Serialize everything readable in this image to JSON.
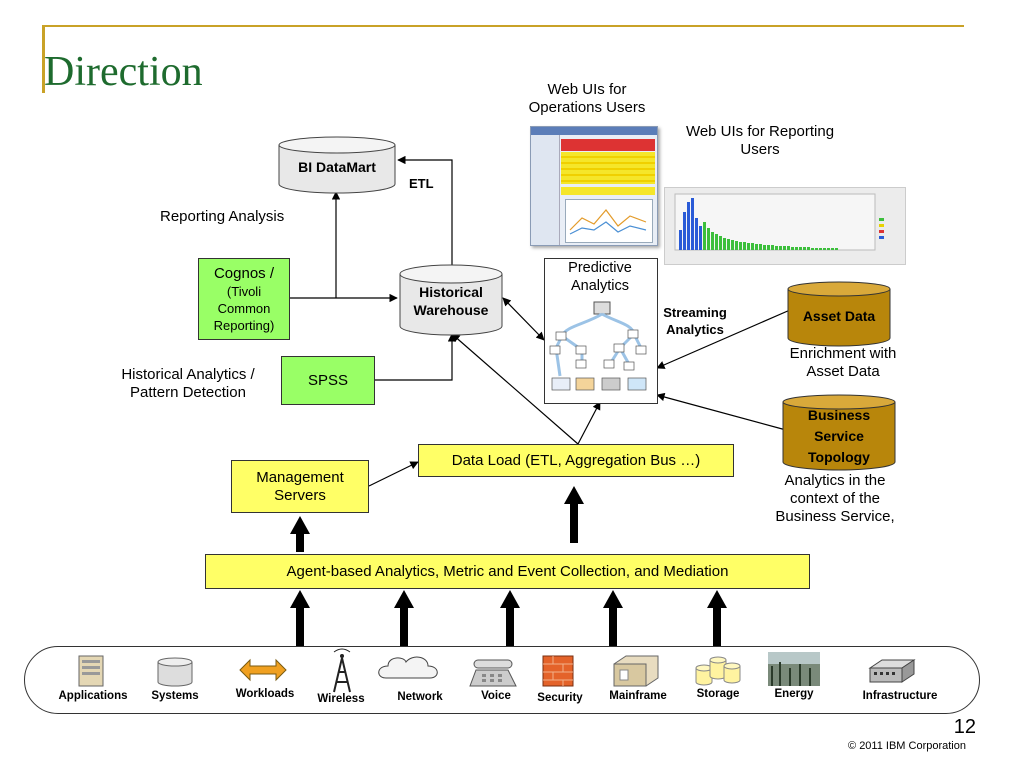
{
  "slide": {
    "title": "Direction",
    "page_number": "12",
    "copyright": "© 2011 IBM Corporation"
  },
  "nodes": {
    "bi_datamart": "BI DataMart",
    "etl": "ETL",
    "reporting_analysis": "Reporting Analysis",
    "cognos_title": "Cognos /",
    "cognos_sub": "(Tivoli Common Reporting)",
    "historical_warehouse": "Historical Warehouse",
    "historical_analytics": "Historical Analytics / Pattern Detection",
    "spss": "SPSS",
    "web_ui_ops": "Web UIs for Operations Users",
    "web_ui_reporting": "Web UIs for Reporting Users",
    "predictive_analytics": "Predictive Analytics",
    "streaming_analytics": "Streaming Analytics",
    "asset_data": "Asset Data",
    "asset_enrichment": "Enrichment with Asset Data",
    "business_service_topology": "Business Service Topology",
    "business_context": "Analytics in the context of the Business Service,",
    "management_servers": "Management Servers",
    "data_load": "Data Load (ETL, Aggregation Bus …)",
    "agent_collection": "Agent-based Analytics, Metric and Event Collection, and Mediation"
  },
  "sources": [
    {
      "label": "Applications",
      "icon": "server-tower-icon"
    },
    {
      "label": "Systems",
      "icon": "disk-icon"
    },
    {
      "label": "Workloads",
      "icon": "double-arrow-icon"
    },
    {
      "label": "Wireless",
      "icon": "radio-tower-icon"
    },
    {
      "label": "Network",
      "icon": "cloud-icon"
    },
    {
      "label": "Voice",
      "icon": "telephone-icon"
    },
    {
      "label": "Security",
      "icon": "firewall-icon"
    },
    {
      "label": "Mainframe",
      "icon": "mainframe-icon"
    },
    {
      "label": "Storage",
      "icon": "storage-cylinders-icon"
    },
    {
      "label": "Energy",
      "icon": "power-plant-icon"
    },
    {
      "label": "Infrastructure",
      "icon": "network-switch-icon"
    }
  ],
  "colors": {
    "title_green": "#1e6b2e",
    "rule_gold": "#c9a227",
    "yellow_box": "#ffff66",
    "green_box": "#99ff66",
    "brown_cylinder": "#b8860b",
    "gray_cylinder": "#e8e8e8"
  }
}
